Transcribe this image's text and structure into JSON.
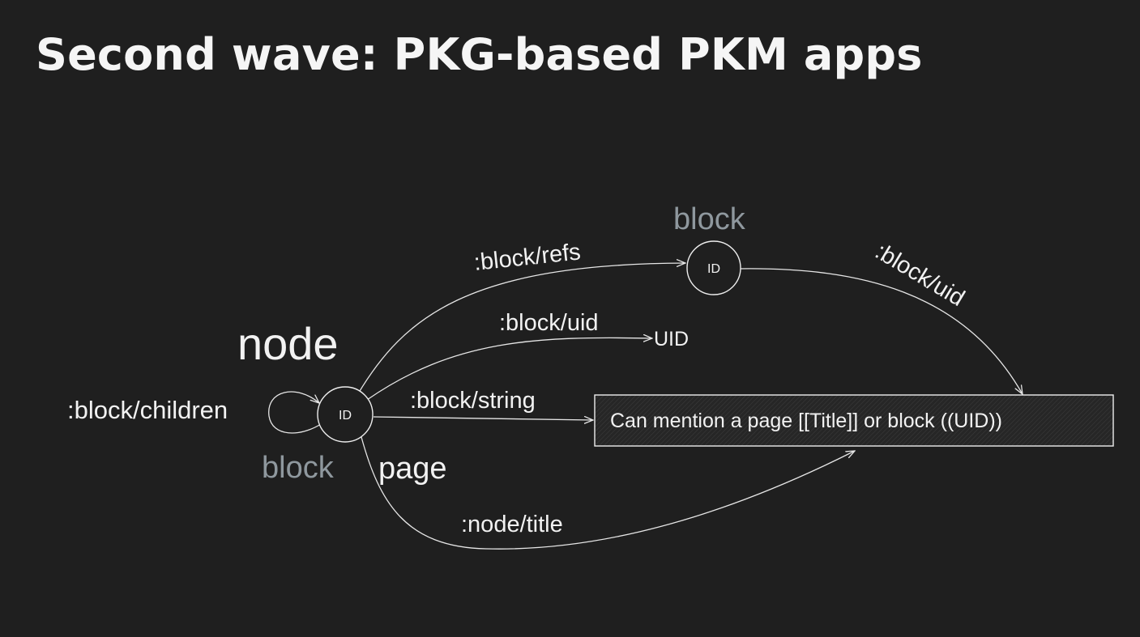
{
  "slide": {
    "title": "Second wave: PKG-based PKM apps"
  },
  "diagram": {
    "node_heading": "node",
    "central_node": {
      "id_text": "ID",
      "type_label_block": "block",
      "type_label_page": "page"
    },
    "ref_node": {
      "id_text": "ID",
      "type_label": "block"
    },
    "uid_target": "UID",
    "string_box_text": "Can mention a page [[Title]] or block ((UID))",
    "edges": {
      "children": ":block/children",
      "refs": ":block/refs",
      "uid": ":block/uid",
      "string": ":block/string",
      "title": ":node/title",
      "ref_uid": ":block/uid"
    },
    "colors": {
      "background": "#1f1f1f",
      "foreground": "#f2f2f2",
      "muted_label": "#8f989e"
    }
  }
}
